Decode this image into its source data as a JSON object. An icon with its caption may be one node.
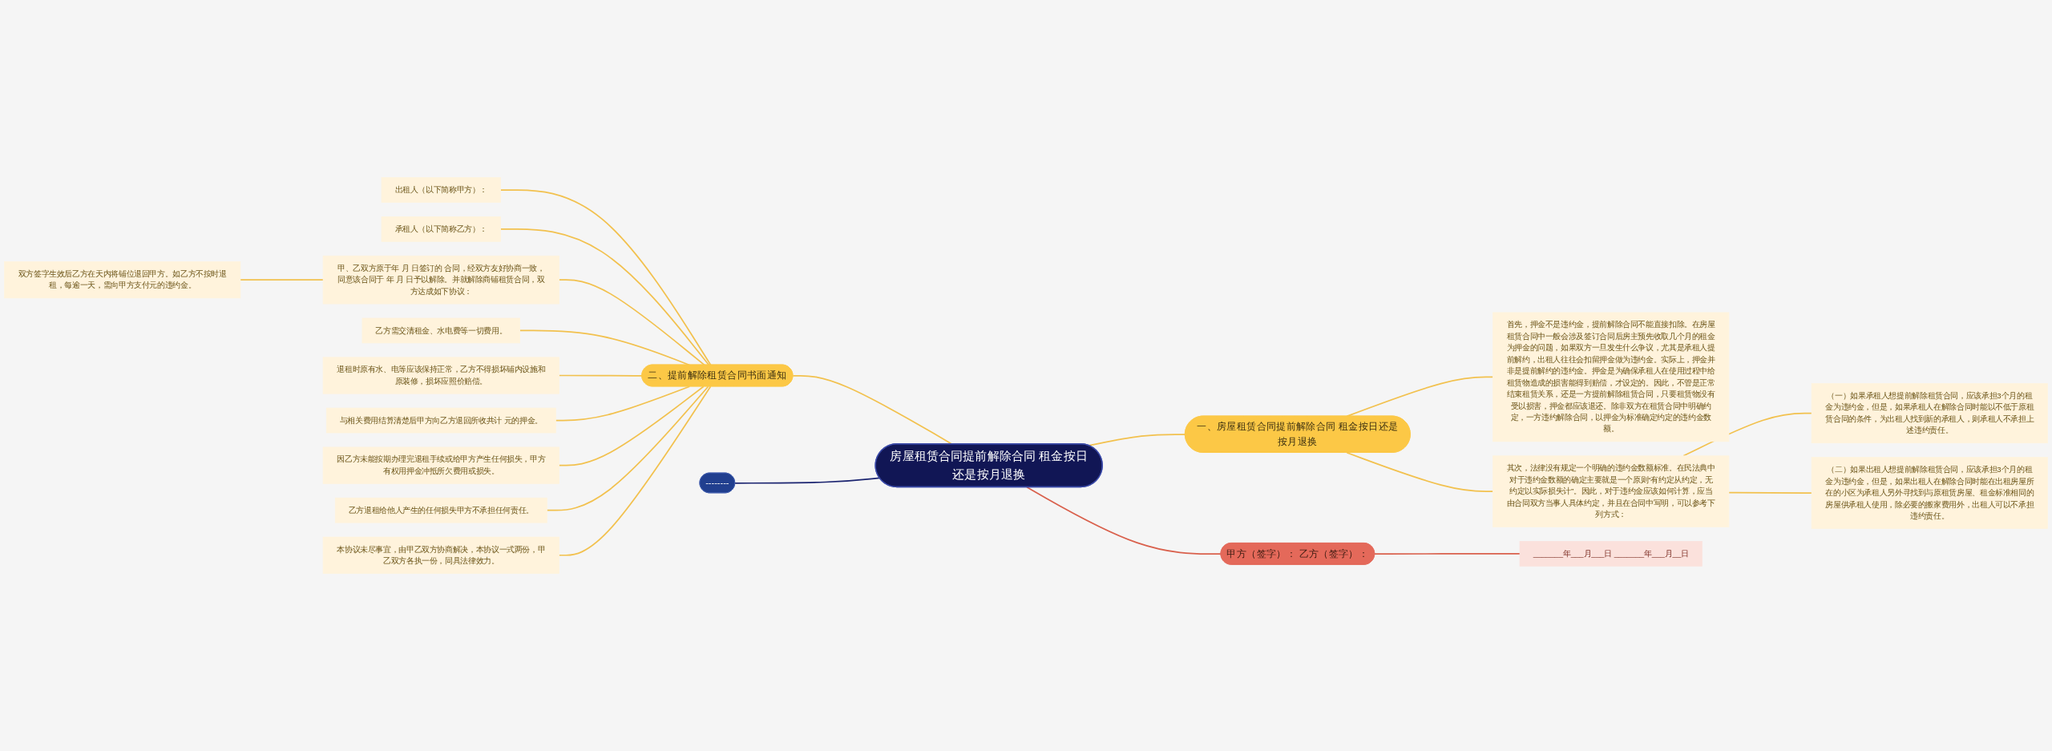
{
  "diagram": {
    "nodes": [
      {
        "text": [
          "房屋租赁合同提前解除合同 租金按日还是按月退换"
        ]
      },
      {
        "text": [
          "二、提前解除租赁合同书面通知"
        ]
      },
      {
        "text": [
          "出租人（以下简称甲方）："
        ]
      },
      {
        "text": [
          "承租人（以下简称乙方）："
        ]
      },
      {
        "text": [
          "甲、乙双方原于年 月 日签订的 合同，经双方友好协商一致，同意该合同于 年 月 日予以解除。并就解除商铺租赁合同，双方达成如下协议："
        ]
      },
      {
        "text": [
          "双方签字生效后乙方在天内将铺位退回甲方。如乙方不按时退租，每逾一天，需向甲方支付元的违约金。"
        ]
      },
      {
        "text": [
          "乙方需交清租金、水电费等一切费用。"
        ]
      },
      {
        "text": [
          "退租时原有水、电等应该保持正常，乙方不得损坏铺内设施和原装修，损坏应照价赔偿。"
        ]
      },
      {
        "text": [
          "与相关费用结算清楚后甲方向乙方退回所收共计 元的押金。"
        ]
      },
      {
        "text": [
          "因乙方未能按期办理完退租手续或给甲方产生任何损失，甲方有权用押金冲抵所欠费用或损失。"
        ]
      },
      {
        "text": [
          "乙方退租给他人产生的任何损失甲方不承担任何责任。"
        ]
      },
      {
        "text": [
          "本协议未尽事宜，由甲乙双方协商解决，本协议一式两份，甲乙双方各执一份，同具法律效力。"
        ]
      },
      {
        "text": [
          "--------"
        ]
      },
      {
        "text": [
          "一、房屋租赁合同提前解除合同 租金按日还是按月退换"
        ]
      },
      {
        "text": [
          "首先，押金不是违约金，提前解除合同不能直接扣除。在房屋租赁合同中一般会涉及签订合同后房主预先收取几个月的租金为押金的问题，如果双方一旦发生什么争议，尤其是承租人提前解约，出租人往往会扣留押金做为违约金。实际上，押金并非是提前解约的违约金。押金是为确保承租人在使用过程中给租赁物造成的损害能得到赔偿，才设定的。因此，不管是正常结束租赁关系，还是一方提前解除租赁合同，只要租赁物没有受以损害，押金都应该退还。除非双方在租赁合同中明确约定，一方违约解除合同，以押金为标准确定约定的违约金数额。"
        ]
      },
      {
        "text": [
          "其次，法律没有规定一个明确的违约金数额标准。在民法典中对于违约金数额的确定主要就是一个原则“有约定从约定，无约定以实际损失计”。因此，对于违约金应该如何计算，应当由合同双方当事人具体约定，并且在合同中写明，可以参考下列方式："
        ]
      },
      {
        "text": [
          "（一）如果承租人想提前解除租赁合同，应该承担3个月的租金为违约金，但是，如果承租人在解除合同时能以不低于原租赁合同的条件，为出租人找到新的承租人，则承租人不承担上述违约责任。"
        ]
      },
      {
        "text": [
          "（二）如果出租人想提前解除租赁合同，应该承担3个月的租金为违约金，但是，如果出租人在解除合同时能在出租房屋所在的小区为承租人另外寻找到与原租赁房屋、租金标准相同的房屋供承租人使用，除必要的搬家费用外，出租人可以不承担违约责任。"
        ]
      },
      {
        "text": [
          "甲方（签字）： 乙方（签字）："
        ]
      },
      {
        "text": [
          "_______年___月___日 _______年___月__日"
        ]
      }
    ],
    "edges": [
      {
        "from": 1,
        "to": 0,
        "arrow": "none"
      },
      {
        "from": 2,
        "to": 1,
        "arrow": "none"
      },
      {
        "from": 3,
        "to": 1,
        "arrow": "none"
      },
      {
        "from": 4,
        "to": 1,
        "arrow": "none"
      },
      {
        "from": 5,
        "to": 4,
        "arrow": "none"
      },
      {
        "from": 6,
        "to": 1,
        "arrow": "none"
      },
      {
        "from": 7,
        "to": 1,
        "arrow": "none"
      },
      {
        "from": 8,
        "to": 1,
        "arrow": "none"
      },
      {
        "from": 9,
        "to": 1,
        "arrow": "none"
      },
      {
        "from": 10,
        "to": 1,
        "arrow": "none"
      },
      {
        "from": 11,
        "to": 1,
        "arrow": "none"
      },
      {
        "from": 12,
        "to": 0,
        "arrow": "none",
        "color": "#1b2470"
      },
      {
        "from": 0,
        "to": 13,
        "arrow": "none"
      },
      {
        "from": 13,
        "to": 14,
        "arrow": "none"
      },
      {
        "from": 13,
        "to": 15,
        "arrow": "none"
      },
      {
        "from": 15,
        "to": 16,
        "arrow": "none"
      },
      {
        "from": 15,
        "to": 17,
        "arrow": "none"
      },
      {
        "from": 0,
        "to": 18,
        "arrow": "none",
        "color": "#d9604c"
      },
      {
        "from": 18,
        "to": 19,
        "arrow": "none",
        "color": "#d9604c"
      }
    ]
  }
}
